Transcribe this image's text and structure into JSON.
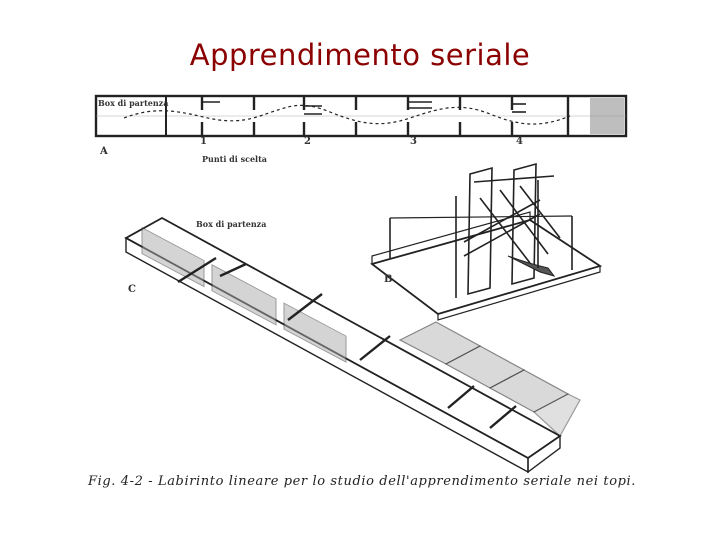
{
  "slide": {
    "title": "Apprendimento seriale"
  },
  "figure": {
    "panel_a": {
      "panel_label": "A",
      "start_box_label": "Box di partenza",
      "choice_points": [
        "1",
        "2",
        "3",
        "4"
      ],
      "choice_points_caption": "Punti di scelta"
    },
    "panel_b": {
      "panel_label": "B"
    },
    "panel_c": {
      "panel_label": "C",
      "start_box_label": "Box di partenza"
    },
    "caption": "Fig. 4-2 - Labirinto lineare per lo studio dell'apprendimento seriale nei topi."
  }
}
